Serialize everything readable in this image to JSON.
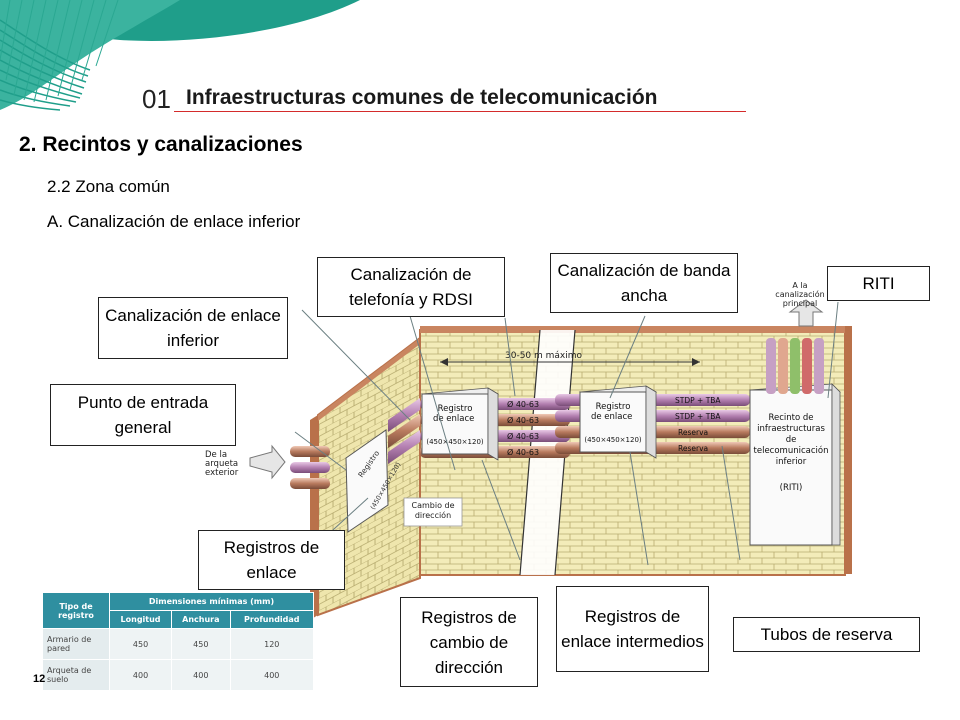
{
  "header": {
    "unit_number": "01",
    "title": "Infraestructuras comunes de telecomunicación"
  },
  "section": {
    "title": "2. Recintos y canalizaciones",
    "subtitle_1": "2.2 Zona común",
    "subtitle_2": "A. Canalización de enlace inferior"
  },
  "callouts": {
    "telefonia": "Canalización de telefonía y RDSI",
    "banda_ancha": "Canalización de banda ancha",
    "riti": "RITI",
    "enlace_inferior": "Canalización de enlace inferior",
    "punto_entrada": "Punto de entrada general",
    "registros_enlace": "Registros de enlace",
    "cambio_direccion": "Registros de cambio de dirección",
    "enlace_intermedios": "Registros de enlace intermedios",
    "tubos_reserva": "Tubos de reserva"
  },
  "diagram_labels": {
    "principal": "A la canalización principal",
    "distance": "30-50 m máximo",
    "registro_enlace_1": "Registro de enlace",
    "registro_dims_1": "(450×450×120)",
    "registro_enlace_2": "Registro de enlace",
    "registro_dims_2": "(450×450×120)",
    "tube_1": "Ø 40-63",
    "tube_2": "Ø 40-63",
    "tube_3": "Ø 40-63",
    "tube_4": "Ø 40-63",
    "tube_stdp_1": "STDP + TBA",
    "tube_stdp_2": "STDP + TBA",
    "tube_reserva_1": "Reserva",
    "tube_reserva_2": "Reserva",
    "riti_box": "Recinto de infraestructuras de telecomunicación inferior",
    "riti_abbr": "(RITI)",
    "arqueta": "De la arqueta exterior",
    "cambio": "Cambio de dirección",
    "side_registro": "Registro",
    "side_dims": "(450×450×120)"
  },
  "table": {
    "headers": {
      "tipo": "Tipo de registro",
      "dimensiones": "Dimensiones mínimas (mm)",
      "longitud": "Longitud",
      "anchura": "Anchura",
      "profundidad": "Profundidad"
    },
    "rows": [
      {
        "tipo": "Armario de pared",
        "longitud": "450",
        "anchura": "450",
        "profundidad": "120"
      },
      {
        "tipo": "Arqueta de suelo",
        "longitud": "400",
        "anchura": "400",
        "profundidad": "400"
      }
    ]
  },
  "page_number": "12",
  "colors": {
    "accent_green": "#1f9e8a",
    "header_line": "#d42b2b",
    "brick_fill": "#f3ecb9",
    "wall_edge": "#b9714a",
    "table_header": "#2f8fa0"
  }
}
